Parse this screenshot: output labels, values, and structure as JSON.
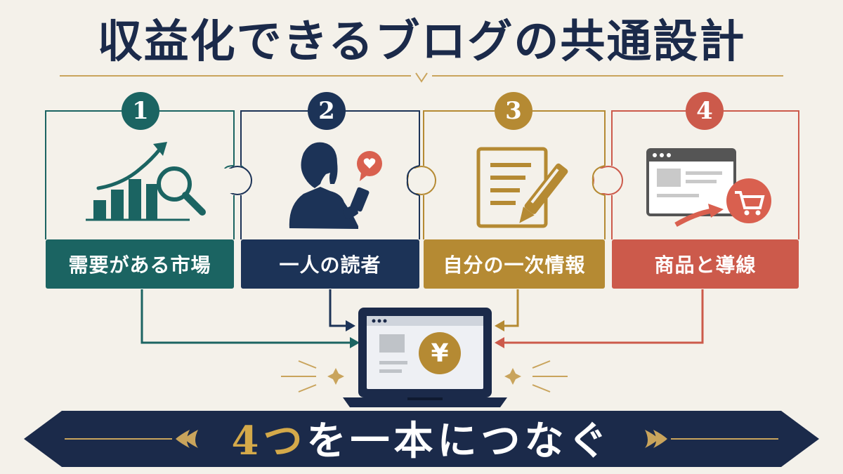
{
  "title": "収益化できるブログの共通設計",
  "steps": [
    {
      "number": "1",
      "label": "需要がある市場",
      "icon": "growth-chart-magnifier-icon",
      "color": "#1b6462"
    },
    {
      "number": "2",
      "label": "一人の読者",
      "icon": "woman-with-phone-icon",
      "color": "#1c3357"
    },
    {
      "number": "3",
      "label": "自分の一次情報",
      "icon": "document-pen-icon",
      "color": "#b58a33"
    },
    {
      "number": "4",
      "label": "商品と導線",
      "icon": "browser-cart-icon",
      "color": "#cc5a4b"
    }
  ],
  "center": {
    "icon": "laptop-yen-icon",
    "symbol": "¥"
  },
  "banner": {
    "highlight": "4つ",
    "rest": "を一本につなぐ",
    "color": "#1b2a4a"
  }
}
